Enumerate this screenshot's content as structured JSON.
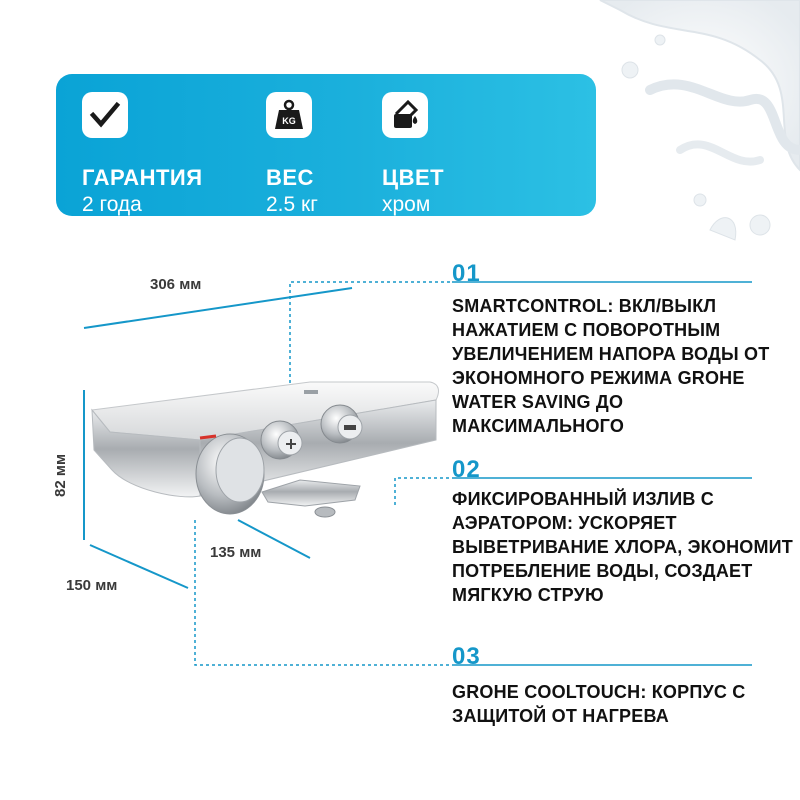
{
  "specs": [
    {
      "title": "ГАРАНТИЯ",
      "value": "2 года",
      "icon": "checkmark-icon"
    },
    {
      "title": "ВЕС",
      "value": "2.5 кг",
      "icon": "weight-kg-icon",
      "icon_text": "KG"
    },
    {
      "title": "ЦВЕТ",
      "value": "хром",
      "icon": "paint-bucket-icon"
    }
  ],
  "dimensions": {
    "width": "306 мм",
    "height": "82 мм",
    "depth": "150 мм",
    "spout": "135 мм"
  },
  "features": [
    {
      "number": "01",
      "text": " SMARTCONTROL: ВКЛ/ВЫКЛ НАЖАТИЕМ С ПОВОРОТНЫМ УВЕЛИЧЕНИЕМ НАПОРА ВОДЫ ОТ ЭКОНОМНОГО РЕЖИМА GROHE WATER SAVING ДО МАКСИМАЛЬНОГО"
    },
    {
      "number": "02",
      "text": "ФИКСИРОВАННЫЙ ИЗЛИВ С АЭРАТОРОМ: УСКОРЯЕТ ВЫВЕТРИВАНИЕ ХЛОРА, ЭКОНОМИТ ПОТРЕБЛЕНИЕ ВОДЫ, СОЗДАЕТ МЯГКУЮ СТРУЮ"
    },
    {
      "number": "03",
      "text": "GROHE COOLTOUCH: КОРПУС С ЗАЩИТОЙ ОТ НАГРЕВА"
    }
  ],
  "colors": {
    "accent": "#1597c9",
    "banner_start": "#0aa3d6",
    "banner_end": "#2cc0e4",
    "text": "#111111"
  }
}
